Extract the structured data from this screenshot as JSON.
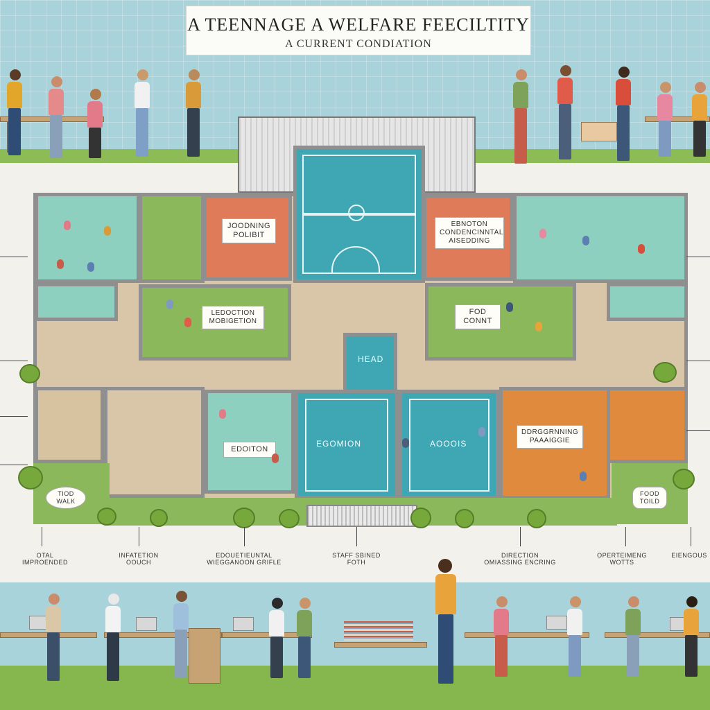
{
  "header": {
    "title": "A TEENNAGE A WELFARE FEECILTITY",
    "subtitle": "A CURRENT CONDIATION"
  },
  "floorplan": {
    "rooms": [
      {
        "id": "counseling",
        "label": "JOODNING\nPOLIBIT"
      },
      {
        "id": "education-env",
        "label": "EBNOTON\nCONDENCINNTAL\nAISEDDING"
      },
      {
        "id": "education-mobility",
        "label": "LEDOCTION\nMOBIGETION"
      },
      {
        "id": "food-court",
        "label": "FOD\nCONNT"
      },
      {
        "id": "edition",
        "label": "EDOITON"
      },
      {
        "id": "programming",
        "label": "DDRGGRNNING\nPAAAIGGIE"
      }
    ],
    "courts": {
      "head": "HEAD",
      "left": "EGOMION",
      "right": "AOOOIS"
    },
    "side_cards": {
      "left": "TIOD\nWALK",
      "right": "FOOD\nTOILD"
    }
  },
  "callouts": [
    {
      "id": "c1",
      "text": "OTAL\nIMPROENDED"
    },
    {
      "id": "c2",
      "text": "INFATETION\nOOUCH"
    },
    {
      "id": "c3",
      "text": "EDOUETIEUNTAL\nWIEGGANOON GRIFLE"
    },
    {
      "id": "c4",
      "text": "STAFF SBINED\nFOTH"
    },
    {
      "id": "c5",
      "text": "DIRECTION\nOMIASSING ENCRING"
    },
    {
      "id": "c6",
      "text": "OPERTEIMENG\nWOTTS"
    },
    {
      "id": "c7",
      "text": "EIENGOUS"
    }
  ],
  "colors": {
    "sky": "#a9d3da",
    "grass": "#8dbb55",
    "court": "#3fa7b4",
    "wall": "#8f8f8f",
    "orange_room": "#e08a3e",
    "salmon_room": "#e07b5a"
  }
}
